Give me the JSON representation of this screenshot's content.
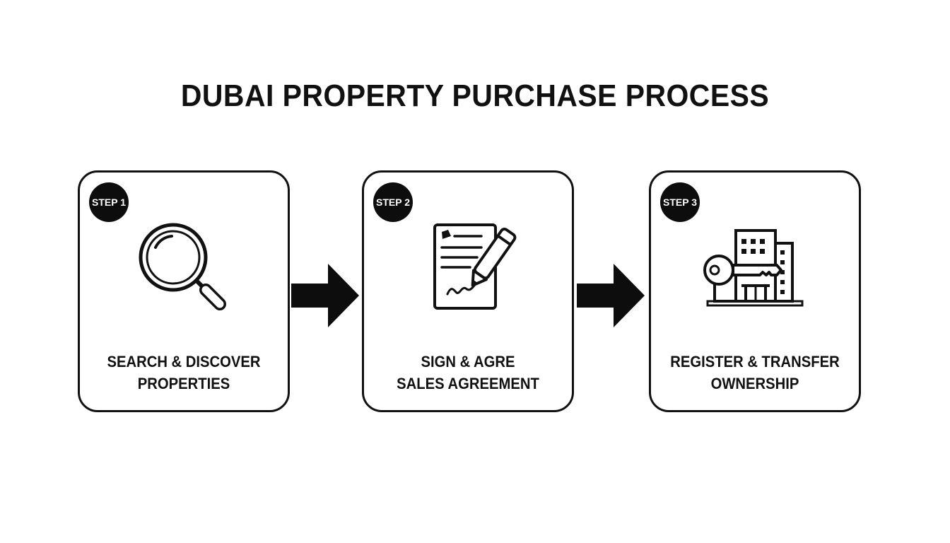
{
  "title": "DUBAI PROPERTY PURCHASE PROCESS",
  "steps": [
    {
      "badge": "STEP 1",
      "icon": "magnifying-glass-icon",
      "label_line1": "SEARCH & DISCOVER",
      "label_line2": "PROPERTIES"
    },
    {
      "badge": "STEP 2",
      "icon": "document-pen-icon",
      "label_line1": "SIGN & AGRE",
      "label_line2": "SALES AGREEMENT"
    },
    {
      "badge": "STEP 3",
      "icon": "building-key-icon",
      "label_line1": "REGISTER & TRANSFER",
      "label_line2": "OWNERSHIP"
    }
  ],
  "colors": {
    "ink": "#111111",
    "background": "#ffffff"
  }
}
